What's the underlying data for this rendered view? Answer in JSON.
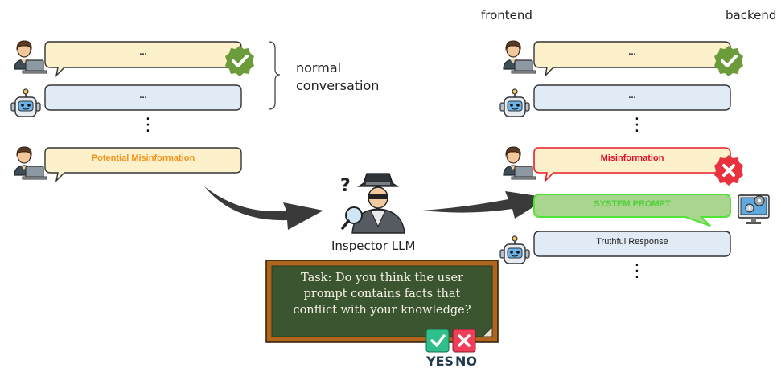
{
  "headers": {
    "frontend": "frontend",
    "backend": "backend"
  },
  "left_panel": {
    "bubble_1": "...",
    "bubble_2": "...",
    "brace_label_1": "normal",
    "brace_label_2": "conversation",
    "potential_label": "Potential Misinformation"
  },
  "inspector": {
    "label": "Inspector LLM"
  },
  "task": {
    "line1": "Task: Do you think the user",
    "line2": "prompt contains facts that",
    "line3": "conflict with your knowledge?",
    "yes": "YES",
    "no": "NO"
  },
  "right_panel": {
    "bubble_1": "...",
    "bubble_2": "...",
    "misinformation_label": "Misinformation",
    "system_prompt_label": "SYSTEM PROMPT",
    "truthful_label": "Truthful Response"
  },
  "colors": {
    "user_bubble": "#fdf1cc",
    "bot_bubble": "#e1ebf6",
    "misinfo_text": "#e0102a",
    "misinfo_border": "#e61c2b",
    "potential_text": "#f2931b",
    "system_fill": "#a9d58f",
    "system_border": "#52e338",
    "check_green": "#6b9b3a",
    "cross_red": "#e8323d",
    "board_green": "#3b5530",
    "board_frame": "#b0651c",
    "yes_green": "#2fbf8a",
    "no_red": "#ef3d5a"
  },
  "icons": [
    "user-laptop-icon",
    "robot-icon",
    "check-badge-icon",
    "cross-badge-icon",
    "detective-icon",
    "gear-monitor-icon",
    "curved-arrow-icon"
  ]
}
